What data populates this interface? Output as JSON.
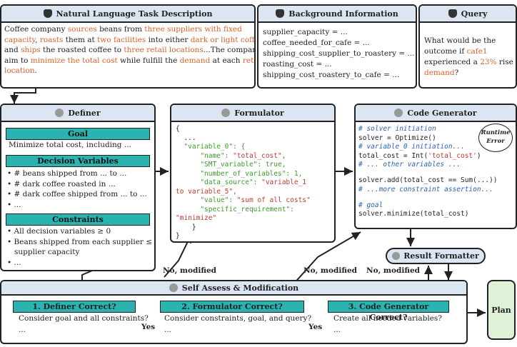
{
  "top": {
    "task": {
      "title": "Natural Language Task Description",
      "lines": [
        [
          [
            "Coffee company ",
            ""
          ],
          [
            "sources",
            "or"
          ],
          [
            " beans from ",
            ""
          ],
          [
            "three suppliers with fixed",
            "or"
          ]
        ],
        [
          [
            "capacity",
            "or"
          ],
          [
            ", ",
            ""
          ],
          [
            "roasts",
            "or"
          ],
          [
            " them at ",
            ""
          ],
          [
            "two facilities",
            "or"
          ],
          [
            " into either ",
            ""
          ],
          [
            "dark or light coffee",
            "or"
          ],
          [
            ",",
            ""
          ]
        ],
        [
          [
            "and ",
            ""
          ],
          [
            "ships",
            "or"
          ],
          [
            " the roasted coffee to ",
            ""
          ],
          [
            "three retail locations",
            "or"
          ],
          [
            "...The company",
            ""
          ]
        ],
        [
          [
            "aim to ",
            ""
          ],
          [
            "minimize the total cost",
            "or"
          ],
          [
            " while fulfill the ",
            ""
          ],
          [
            "demand",
            "or"
          ],
          [
            " at each ",
            ""
          ],
          [
            "retail",
            "or"
          ]
        ],
        [
          [
            "location",
            "or"
          ],
          [
            ".",
            ""
          ]
        ]
      ]
    },
    "background": {
      "title": "Background Information",
      "lines": [
        "supplier_capacity = ...",
        "coffee_needed_for_cafe = ...",
        "shipping_cost_supplier_to_roastery = ...",
        "roasting_cost = ...",
        "shipping_cost_roastery_to_cafe = ..."
      ]
    },
    "query": {
      "title": "Query",
      "lines": [
        [
          [
            "What would be the",
            ""
          ]
        ],
        [
          [
            "outcome if ",
            ""
          ],
          [
            "cafe1",
            "or"
          ]
        ],
        [
          [
            "experienced a ",
            ""
          ],
          [
            "23%",
            "or"
          ],
          [
            " rise in",
            ""
          ]
        ],
        [
          [
            "demand",
            "or"
          ],
          [
            "?",
            ""
          ]
        ]
      ]
    }
  },
  "definer": {
    "title": "Definer",
    "goal_label": "Goal",
    "goal_text": "Minimize total cost, including ...",
    "dv_label": "Decision Variables",
    "dv_items": [
      "# beans shipped from ... to ...",
      "# dark coffee roasted in ...",
      "# dark coffee shipped from ... to ...",
      "..."
    ],
    "con_label": "Constraints",
    "con_items": [
      "All decision variables ≥ 0",
      "Beans shipped from each supplier ≤",
      "supplier capacity",
      "..."
    ]
  },
  "formulator": {
    "title": "Formulator",
    "lines": [
      [
        [
          "{",
          ""
        ]
      ],
      [
        [
          "  ...",
          ""
        ]
      ],
      [
        [
          "  \"variable_0\": {",
          "grn"
        ]
      ],
      [
        [
          "      \"name\": ",
          "grn"
        ],
        [
          "\"total_cost\",",
          "red"
        ]
      ],
      [
        [
          "      \"SMT_variable\": true,",
          "grn"
        ]
      ],
      [
        [
          "      \"number_of_variables\": 1,",
          "grn"
        ]
      ],
      [
        [
          "      \"data_source\": ",
          "grn"
        ],
        [
          "\"variable_1",
          "red"
        ]
      ],
      [
        [
          "to variable_5\",",
          "red"
        ]
      ],
      [
        [
          "      \"value\": ",
          "grn"
        ],
        [
          "\"sum of all costs\"",
          "red"
        ]
      ],
      [
        [
          "      \"specific_requirement\":",
          "grn"
        ]
      ],
      [
        [
          "\"minimize\"",
          "red"
        ]
      ],
      [
        [
          "    }",
          ""
        ]
      ],
      [
        [
          "}",
          ""
        ]
      ]
    ]
  },
  "codegen": {
    "title": "Code Generator",
    "runtime_label": "Runtime",
    "error_label": "Error",
    "lines": [
      [
        [
          "# solver initiation",
          "blu"
        ]
      ],
      [
        [
          "solver = Optimize()",
          ""
        ]
      ],
      [
        [
          "# variable_0 initiation...",
          "blu"
        ]
      ],
      [
        [
          "total_cost = Int(",
          ""
        ],
        [
          "'total_cost'",
          "red"
        ],
        [
          ")",
          ""
        ]
      ],
      [
        [
          "# ... other variables ...",
          "blu"
        ]
      ],
      [
        [
          "",
          ""
        ]
      ],
      [
        [
          "solver.add(total_cost == Sum(...))",
          ""
        ]
      ],
      [
        [
          "# ...more constraint assertion...",
          "blu"
        ]
      ],
      [
        [
          "",
          ""
        ]
      ],
      [
        [
          "# goal",
          "blu"
        ]
      ],
      [
        [
          "solver.minimize(total_cost)",
          ""
        ]
      ]
    ]
  },
  "result_formatter": "Result Formatter",
  "self_assess": {
    "title": "Self Assess & Modification",
    "q1": "1. Definer Correct?",
    "q1_text": "Consider goal and all constraints?",
    "q2": "2. Formulator Correct?",
    "q2_text": "Consider constraints, goal, and query?",
    "q3": "3. Code Generator Correct?",
    "q3_text": "Create all needed variables?",
    "ellipsis": "...",
    "yes": "Yes",
    "no1": "No, modified",
    "no2": "No, modified",
    "no3": "No, modified"
  },
  "plan": "Plan"
}
